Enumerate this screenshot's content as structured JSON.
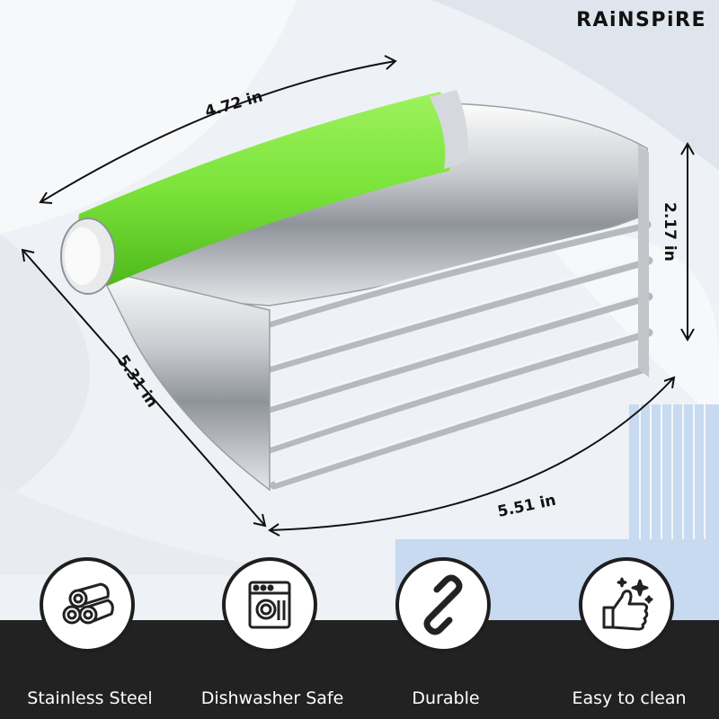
{
  "brand": {
    "name": "RAiNSPiRE"
  },
  "dimensions": {
    "handle_length": "4.72 in",
    "height": "2.17 in",
    "depth": "5.31 in",
    "width": "5.51 in"
  },
  "features": [
    {
      "label": "Stainless Steel",
      "icon": "steel-tubes-icon"
    },
    {
      "label": "Dishwasher Safe",
      "icon": "dishwasher-icon"
    },
    {
      "label": "Durable",
      "icon": "chain-link-icon"
    },
    {
      "label": "Easy to clean",
      "icon": "thumbs-up-sparkle-icon"
    }
  ],
  "colors": {
    "handle_green": "#7be33a",
    "band": "#222222",
    "accent_blue": "#c7daf0"
  }
}
